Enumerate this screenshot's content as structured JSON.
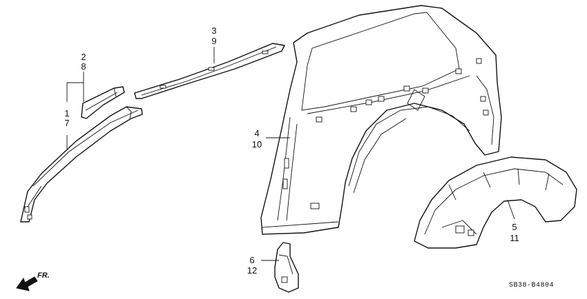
{
  "callouts": {
    "p2": "2",
    "p8": "8",
    "p1": "1",
    "p7": "7",
    "p3": "3",
    "p9": "9",
    "p4": "4",
    "p10": "10",
    "p6": "6",
    "p12": "12",
    "p5": "5",
    "p11": "11"
  },
  "drawing_code": "SB38-B4804",
  "direction_label": "FR."
}
